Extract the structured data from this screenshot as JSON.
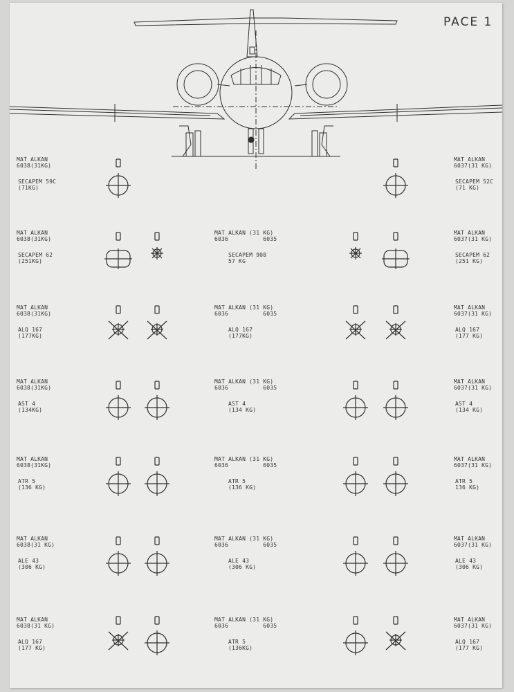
{
  "page_title": "PACE  1",
  "rows": [
    {
      "left": {
        "line1": "MAT ALKAN",
        "line2": "6038(31KG)",
        "line3": "SECAPEM 59C",
        "line4": "(71KG)"
      },
      "center": null,
      "right": {
        "line1": "MAT ALKAN",
        "line2": "6037(31 KG)",
        "line3": "SECAPEM 52C",
        "line4": "(71 KG)"
      }
    },
    {
      "left": {
        "line1": "MAT ALKAN",
        "line2": "6038(31KG)",
        "line3": "SECAPEM 62",
        "line4": "(251KG)"
      },
      "center": {
        "line1": "MAT ALKAN (31 KG)",
        "line2": "6036          6035",
        "line3": "SECAPEM 908",
        "line4": "57 KG"
      },
      "right": {
        "line1": "MAT ALKAN",
        "line2": "6037(31 KG)",
        "line3": "SECAPEM 62",
        "line4": "(251 KG)"
      }
    },
    {
      "left": {
        "line1": "MAT ALKAN",
        "line2": "6038(31KG)",
        "line3": "ALQ 167",
        "line4": "(177KG)"
      },
      "center": {
        "line1": "MAT ALKAN (31 KG)",
        "line2": "6036          6035",
        "line3": "ALQ 167",
        "line4": "(177KG)"
      },
      "right": {
        "line1": "MAT ALKAN",
        "line2": "6037(31 KG)",
        "line3": "ALQ 167",
        "line4": "(177 KG)"
      }
    },
    {
      "left": {
        "line1": "MAT ALKAN",
        "line2": "6038(31KG)",
        "line3": "AST 4",
        "line4": "(134KG)"
      },
      "center": {
        "line1": "MAT ALKAN (31 KG)",
        "line2": "6036          6035",
        "line3": "AST 4",
        "line4": "(134 KG)"
      },
      "right": {
        "line1": "MAT ALKAN",
        "line2": "6037(31 KG)",
        "line3": "AST 4",
        "line4": "(134 KG)"
      }
    },
    {
      "left": {
        "line1": "MAT ALKAN",
        "line2": "6038(31KG)",
        "line3": "ATR 5",
        "line4": "(136 KG)"
      },
      "center": {
        "line1": "MAT ALKAN (31 KG)",
        "line2": "6036          6035",
        "line3": "ATR 5",
        "line4": "(136 KG)"
      },
      "right": {
        "line1": "MAT ALKAN",
        "line2": "6037(31 KG)",
        "line3": "ATR 5",
        "line4": "136 KG)"
      }
    },
    {
      "left": {
        "line1": "MAT ALKAN",
        "line2": "6038(31 KG)",
        "line3": "ALE 43",
        "line4": "(306 KG)"
      },
      "center": {
        "line1": "MAT ALKAN (31 KG)",
        "line2": "6036          6035",
        "line3": "ALE 43",
        "line4": "(306 KG)"
      },
      "right": {
        "line1": "MAT ALKAN",
        "line2": "6037(31 KG)",
        "line3": "ALE 43",
        "line4": "(306 KG)"
      }
    },
    {
      "left": {
        "line1": "MAT ALKAN",
        "line2": "6038(31 KG)",
        "line3": "ALQ 167",
        "line4": "(177 KG)"
      },
      "center": {
        "line1": "MAT ALKAN (31 KG)",
        "line2": "6036          6035",
        "line3": "ATR 5",
        "line4": "(136KG)"
      },
      "right": {
        "line1": "MAT ALKAN",
        "line2": "6037(31 KG)",
        "line3": "ALQ 167",
        "line4": "(177 KG)"
      }
    }
  ],
  "pylons": [
    {
      "inner_left": "round",
      "outer_left": null,
      "outer_right": null,
      "inner_right": "round"
    },
    {
      "inner_left": "large-pod",
      "outer_left": "small-burst",
      "outer_right": "small-burst",
      "inner_right": "large-pod"
    },
    {
      "inner_left": "star",
      "outer_left": "star",
      "outer_right": "star",
      "inner_right": "star"
    },
    {
      "inner_left": "round",
      "outer_left": "round",
      "outer_right": "round",
      "inner_right": "round"
    },
    {
      "inner_left": "round",
      "outer_left": "round",
      "outer_right": "round",
      "inner_right": "round"
    },
    {
      "inner_left": "round",
      "outer_left": "round",
      "outer_right": "round",
      "inner_right": "round"
    },
    {
      "inner_left": "star",
      "outer_left": "round",
      "outer_right": "round",
      "inner_right": "star"
    }
  ],
  "ink_color": "#2e2e2e"
}
